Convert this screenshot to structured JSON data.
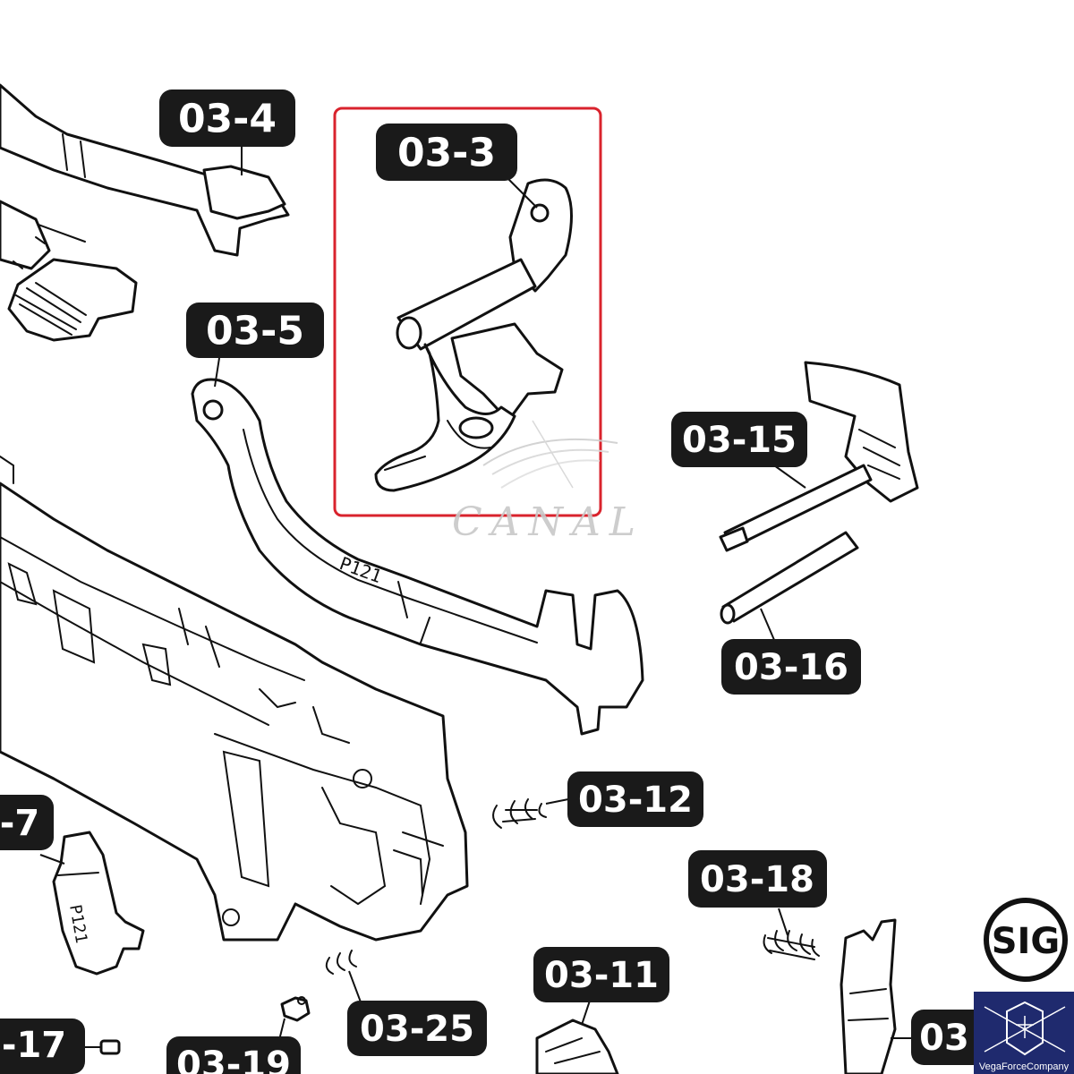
{
  "labels": [
    {
      "id": "03-4",
      "text": "03-4"
    },
    {
      "id": "03-3",
      "text": "03-3"
    },
    {
      "id": "03-5",
      "text": "03-5"
    },
    {
      "id": "03-15",
      "text": "03-15"
    },
    {
      "id": "03-16",
      "text": "03-16"
    },
    {
      "id": "03-12",
      "text": "03-12"
    },
    {
      "id": "03-18",
      "text": "03-18"
    },
    {
      "id": "03-7",
      "text": "-7"
    },
    {
      "id": "03-11",
      "text": "03-11"
    },
    {
      "id": "03-25",
      "text": "03-25"
    },
    {
      "id": "03-17",
      "text": "-17"
    },
    {
      "id": "03-19",
      "text": "03-19"
    },
    {
      "id": "03-x",
      "text": "03"
    }
  ],
  "part_markings": {
    "trigger_bar": "P121",
    "grip_piece": "P121"
  },
  "watermark": {
    "text": "CANAL"
  },
  "highlight": {
    "part": "03-3",
    "color": "#d9232d"
  },
  "logos": {
    "sig": {
      "text": "SIG"
    },
    "vegaforce": {
      "caption": "VegaForceCompany"
    }
  },
  "colors": {
    "label_bg": "#1a1a1a",
    "label_text": "#ffffff",
    "line": "#111111",
    "vegaforce_bg": "#1f2a6e"
  }
}
